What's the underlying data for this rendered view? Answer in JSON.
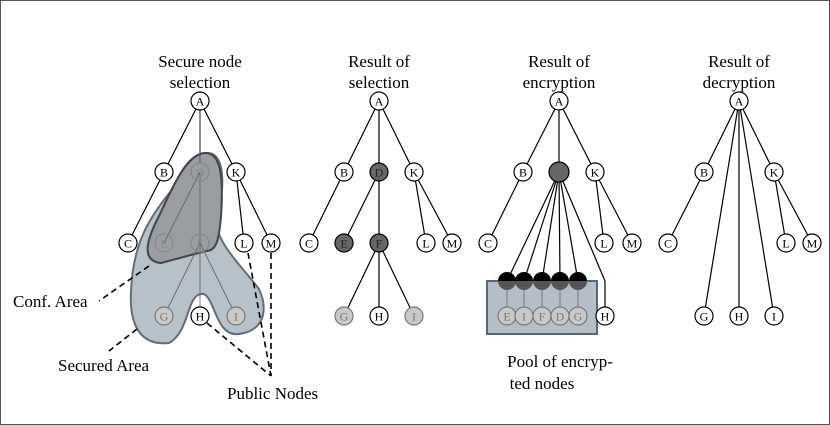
{
  "titles": [
    {
      "line1": "Secure node",
      "line2": "selection"
    },
    {
      "line1": "Result of",
      "line2": "selection"
    },
    {
      "line1": "Result of",
      "line2": "encryption"
    },
    {
      "line1": "Result of",
      "line2": "decryption"
    }
  ],
  "labels": {
    "conf_area": "Conf. Area",
    "secured_area": "Secured Area",
    "public_nodes": "Public Nodes",
    "pool_line1": "Pool of encryp-",
    "pool_line2": "ted nodes"
  },
  "nodes": {
    "A": "A",
    "B": "B",
    "C": "C",
    "D": "D",
    "E": "E",
    "F": "F",
    "G": "G",
    "H": "H",
    "I": "I",
    "K": "K",
    "L": "L",
    "M": "M"
  },
  "pool_nodes": [
    "E",
    "I",
    "F",
    "D",
    "G"
  ],
  "colors": {
    "secured": "#b4bec8",
    "conf": "#9a9ea2",
    "dark": "#666666",
    "light": "#c8c8c8",
    "black": "#000000"
  }
}
